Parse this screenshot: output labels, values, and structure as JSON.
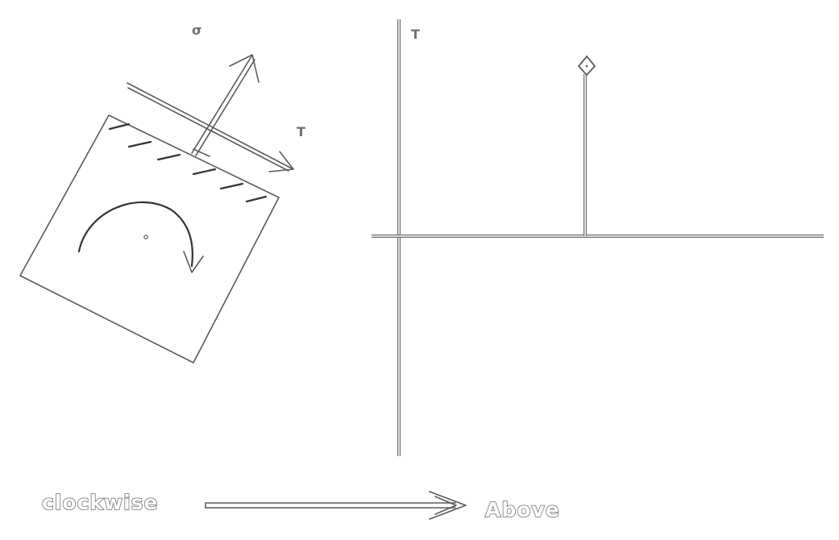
{
  "labels": {
    "sigma": "σ",
    "tau_element": "T",
    "tau_axis": "T",
    "clockwise": "clockwise",
    "above": "Above"
  },
  "colors": {
    "background": "#ffffff",
    "line": "#5a5a5a",
    "hatch": "#333333"
  }
}
